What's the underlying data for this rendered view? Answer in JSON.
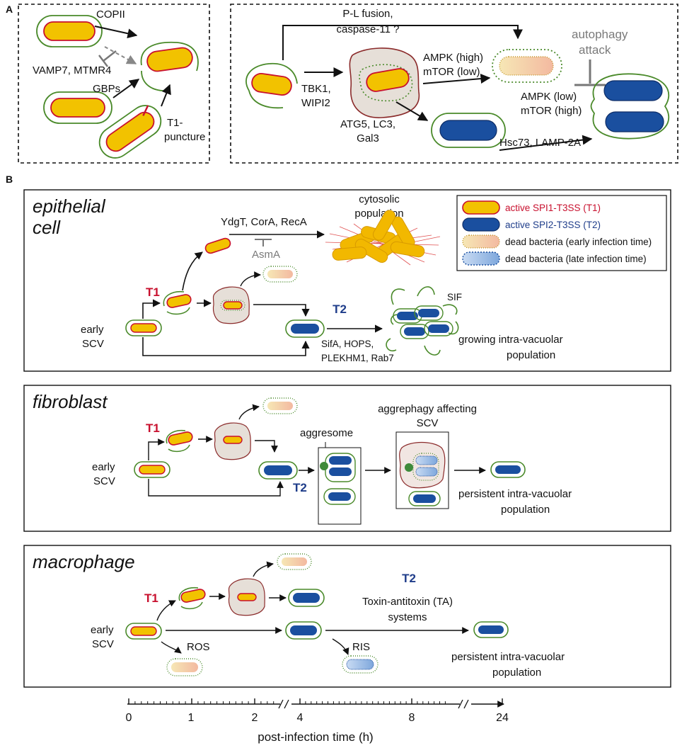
{
  "panel_a": {
    "letter": "A",
    "left": {
      "copii": "COPII",
      "vamp7": "VAMP7, MTMR4",
      "gbps": "GBPs",
      "t1_puncture_1": "T1-",
      "t1_puncture_2": "puncture"
    },
    "right": {
      "pl_fusion_1": "P-L fusion,",
      "pl_fusion_2": "caspase-11 ?",
      "tbk1_1": "TBK1,",
      "tbk1_2": "WIPI2",
      "ampk_high": "AMPK (high)",
      "mtor_low": "mTOR (low)",
      "autophagy_1": "autophagy",
      "autophagy_2": "attack",
      "ampk_low": "AMPK (low)",
      "mtor_high": "mTOR (high)",
      "atg5_1": "ATG5, LC3,",
      "atg5_2": "Gal3",
      "hsc73": "Hsc73, LAMP-2A"
    }
  },
  "panel_b": {
    "letter": "B",
    "legend": [
      {
        "text_colored": "active SPI1-T3SS",
        "text_plain": "",
        "suffix": "(T1)",
        "kind": "active-t1"
      },
      {
        "text_colored": "",
        "prefix": "active ",
        "colored": "SPI2-T3SS",
        "suffix": "(T2)",
        "kind": "active-t2"
      },
      {
        "text": "dead bacteria (early infection time)",
        "kind": "dead-early"
      },
      {
        "text": "dead bacteria (late infection time)",
        "kind": "dead-late"
      }
    ],
    "epithelial": {
      "title_1": "epithelial",
      "title_2": "cell",
      "ydgt": "YdgT, CorA, RecA",
      "asma": "AsmA",
      "cytosolic_1": "cytosolic",
      "cytosolic_2": "population",
      "t1": "T1",
      "t2": "T2",
      "early_1": "early",
      "early_2": "SCV",
      "sif": "SIF",
      "sifa_1": "SifA, HOPS,",
      "sifa_2": "PLEKHM1, Rab7",
      "growing_1": "growing intra-vacuolar",
      "growing_2": "population"
    },
    "fibroblast": {
      "title": "fibroblast",
      "t1": "T1",
      "t2": "T2",
      "early_1": "early",
      "early_2": "SCV",
      "aggresome": "aggresome",
      "aggrephagy_1": "aggrephagy affecting",
      "aggrephagy_2": "SCV",
      "persistent_1": "persistent intra-vacuolar",
      "persistent_2": "population"
    },
    "macrophage": {
      "title": "macrophage",
      "t1": "T1",
      "t2": "T2",
      "early_1": "early",
      "early_2": "SCV",
      "ros": "ROS",
      "ris": "RIS",
      "toxin_1": "Toxin-antitoxin (TA)",
      "toxin_2": "systems",
      "persistent_1": "persistent intra-vacuolar",
      "persistent_2": "population"
    },
    "timeline": {
      "ticks": [
        "0",
        "1",
        "2",
        "4",
        "8",
        "24"
      ],
      "label": "post-infection time (h)"
    }
  },
  "colors": {
    "t1_fill": "#f2c200",
    "t1_border": "#c8102e",
    "t2_fill": "#1a4f9f",
    "t2_border": "#0d2c66",
    "vacuole": "#4a8a2a",
    "autophagosome_fill": "#e6dfd8",
    "autophagosome_border": "#8b2b2b",
    "dead_early_fill": "#f7dfb0",
    "dead_late_fill": "#a8c4ea",
    "red_label": "#c8102e",
    "blue_label": "#1f3d8a"
  }
}
